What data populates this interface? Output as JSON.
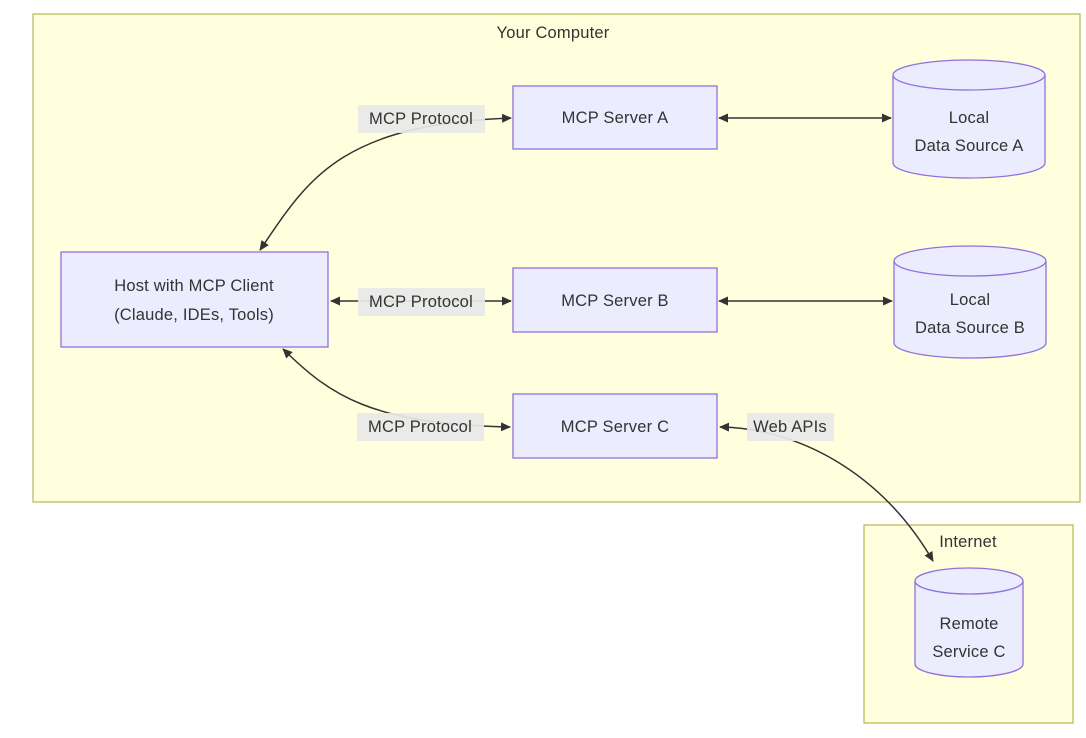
{
  "diagram": {
    "clusters": {
      "your_computer": {
        "title": "Your Computer"
      },
      "internet": {
        "title": "Internet"
      }
    },
    "nodes": {
      "host": {
        "line1": "Host with MCP Client",
        "line2": "(Claude, IDEs, Tools)"
      },
      "server_a": {
        "label": "MCP Server A"
      },
      "server_b": {
        "label": "MCP Server B"
      },
      "server_c": {
        "label": "MCP Server C"
      },
      "data_a": {
        "line1": "Local",
        "line2": "Data Source A"
      },
      "data_b": {
        "line1": "Local",
        "line2": "Data Source B"
      },
      "remote_c": {
        "line1": "Remote",
        "line2": "Service C"
      }
    },
    "edge_labels": {
      "host_server_a": "MCP Protocol",
      "host_server_b": "MCP Protocol",
      "host_server_c": "MCP Protocol",
      "server_c_remote": "Web APIs"
    },
    "colors": {
      "node_fill": "#ECECFF",
      "node_border": "#9370DB",
      "cluster_fill": "#ffffde",
      "cluster_border": "#aaaa33",
      "edge_stroke": "#333333",
      "edge_label_bg": "#e8e8e8",
      "text": "#333333"
    }
  }
}
